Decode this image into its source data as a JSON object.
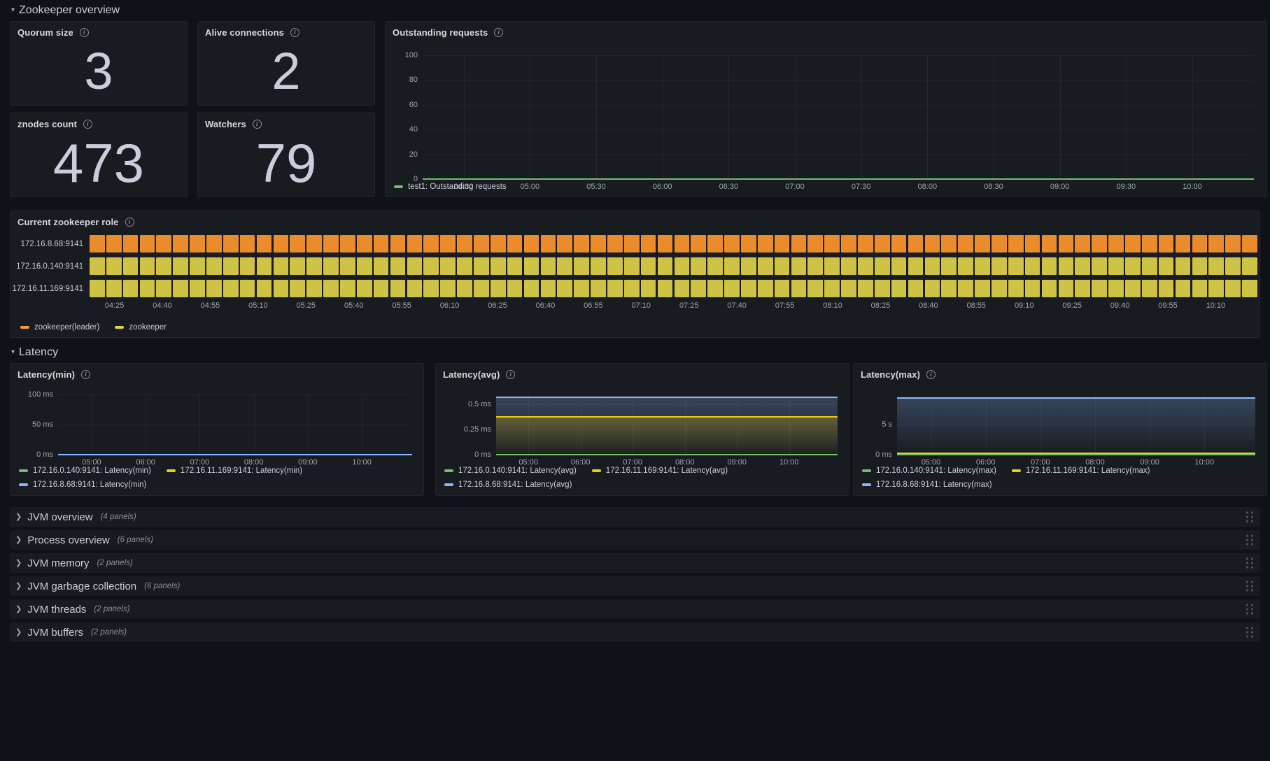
{
  "rows": {
    "zookeeper_overview": {
      "title": "Zookeeper overview",
      "chevron": "chevron-down"
    },
    "latency": {
      "title": "Latency",
      "chevron": "chevron-down"
    }
  },
  "stats": [
    {
      "title": "Quorum size",
      "value": "3",
      "info": "info-icon"
    },
    {
      "title": "Alive connections",
      "value": "2",
      "info": "info-icon"
    },
    {
      "title": "znodes count",
      "value": "473",
      "info": "info-icon"
    },
    {
      "title": "Watchers",
      "value": "79",
      "info": "info-icon"
    }
  ],
  "outstanding": {
    "title": "Outstanding requests",
    "legend": [
      {
        "label": "test1: Outstanding requests",
        "color": "#73bf69"
      }
    ]
  },
  "zk_role": {
    "title": "Current zookeeper role",
    "series_labels": [
      "172.16.8.68:9141",
      "172.16.0.140:9141",
      "172.16.11.169:9141"
    ],
    "legend": [
      {
        "label": "zookeeper(leader)",
        "color": "#ff9830"
      },
      {
        "label": "zookeeper",
        "color": "#e0d44a"
      }
    ]
  },
  "latency_panels": [
    {
      "title": "Latency(min)",
      "legend": [
        {
          "label": "172.16.0.140:9141: Latency(min)",
          "color": "#73bf69"
        },
        {
          "label": "172.16.11.169:9141: Latency(min)",
          "color": "#f2cc0c"
        },
        {
          "label": "172.16.8.68:9141: Latency(min)",
          "color": "#8ab8ff"
        }
      ]
    },
    {
      "title": "Latency(avg)",
      "legend": [
        {
          "label": "172.16.0.140:9141: Latency(avg)",
          "color": "#73bf69"
        },
        {
          "label": "172.16.11.169:9141: Latency(avg)",
          "color": "#f2cc0c"
        },
        {
          "label": "172.16.8.68:9141: Latency(avg)",
          "color": "#8ab8ff"
        }
      ]
    },
    {
      "title": "Latency(max)",
      "legend": [
        {
          "label": "172.16.0.140:9141: Latency(max)",
          "color": "#73bf69"
        },
        {
          "label": "172.16.11.169:9141: Latency(max)",
          "color": "#f2cc0c"
        },
        {
          "label": "172.16.8.68:9141: Latency(max)",
          "color": "#8ab8ff"
        }
      ]
    }
  ],
  "collapsed_rows": [
    {
      "title": "JVM overview",
      "count": "(4 panels)"
    },
    {
      "title": "Process overview",
      "count": "(6 panels)"
    },
    {
      "title": "JVM memory",
      "count": "(2 panels)"
    },
    {
      "title": "JVM garbage collection",
      "count": "(6 panels)"
    },
    {
      "title": "JVM threads",
      "count": "(2 panels)"
    },
    {
      "title": "JVM buffers",
      "count": "(2 panels)"
    }
  ],
  "chart_data": [
    {
      "id": "outstanding-requests",
      "type": "line",
      "title": "Outstanding requests",
      "xlabel": "",
      "ylabel": "",
      "ylim": [
        0,
        100
      ],
      "yticks": [
        0,
        20,
        40,
        60,
        80,
        100
      ],
      "yticklabels": [
        "0",
        "20",
        "40",
        "60",
        "80",
        "100"
      ],
      "xticklabels": [
        "04:30",
        "05:00",
        "05:30",
        "06:00",
        "06:30",
        "07:00",
        "07:30",
        "08:00",
        "08:30",
        "09:00",
        "09:30",
        "10:00"
      ],
      "grid": true,
      "legend_position": "bottom",
      "series": [
        {
          "name": "test1: Outstanding requests",
          "color": "#73bf69",
          "constant_value": 0
        }
      ]
    },
    {
      "id": "current-zookeeper-role",
      "type": "heatmap",
      "title": "Current zookeeper role",
      "rows": [
        "172.16.8.68:9141",
        "172.16.0.140:9141",
        "172.16.11.169:9141"
      ],
      "row_states": [
        "zookeeper(leader)",
        "zookeeper",
        "zookeeper"
      ],
      "state_colors": {
        "zookeeper(leader)": "#ff9830",
        "zookeeper": "#e0d44a"
      },
      "xticklabels": [
        "04:25",
        "04:40",
        "04:55",
        "05:10",
        "05:25",
        "05:40",
        "05:55",
        "06:10",
        "06:25",
        "06:40",
        "06:55",
        "07:10",
        "07:25",
        "07:40",
        "07:55",
        "08:10",
        "08:25",
        "08:40",
        "08:55",
        "09:10",
        "09:25",
        "09:40",
        "09:55",
        "10:10"
      ],
      "segments": 70,
      "grid": false,
      "legend_position": "bottom"
    },
    {
      "id": "latency-min",
      "type": "line",
      "title": "Latency(min)",
      "ylim": [
        0,
        100
      ],
      "yticks": [
        0,
        50,
        100
      ],
      "yticklabels": [
        "0 ms",
        "50 ms",
        "100 ms"
      ],
      "xticklabels": [
        "05:00",
        "06:00",
        "07:00",
        "08:00",
        "09:00",
        "10:00"
      ],
      "grid": true,
      "legend_position": "bottom",
      "series": [
        {
          "name": "172.16.0.140:9141: Latency(min)",
          "color": "#73bf69",
          "constant_value": 0
        },
        {
          "name": "172.16.11.169:9141: Latency(min)",
          "color": "#f2cc0c",
          "constant_value": 0
        },
        {
          "name": "172.16.8.68:9141: Latency(min)",
          "color": "#8ab8ff",
          "constant_value": 0
        }
      ]
    },
    {
      "id": "latency-avg",
      "type": "area",
      "title": "Latency(avg)",
      "ylim": [
        0,
        0.6
      ],
      "yticks": [
        0,
        0.25,
        0.5
      ],
      "yticklabels": [
        "0 ms",
        "0.25 ms",
        "0.5 ms"
      ],
      "xticklabels": [
        "05:00",
        "06:00",
        "07:00",
        "08:00",
        "09:00",
        "10:00"
      ],
      "grid": true,
      "legend_position": "bottom",
      "series": [
        {
          "name": "172.16.0.140:9141: Latency(avg)",
          "color": "#73bf69",
          "constant_value": 0
        },
        {
          "name": "172.16.11.169:9141: Latency(avg)",
          "color": "#f2cc0c",
          "constant_value": 0.38
        },
        {
          "name": "172.16.8.68:9141: Latency(avg)",
          "color": "#8ab8ff",
          "constant_value": 0.57
        }
      ]
    },
    {
      "id": "latency-max",
      "type": "area",
      "title": "Latency(max)",
      "ylim": [
        0,
        10
      ],
      "yticks": [
        0,
        5
      ],
      "yticklabels": [
        "0 ms",
        "5 s"
      ],
      "xticklabels": [
        "05:00",
        "06:00",
        "07:00",
        "08:00",
        "09:00",
        "10:00"
      ],
      "grid": true,
      "legend_position": "bottom",
      "series": [
        {
          "name": "172.16.0.140:9141: Latency(max)",
          "color": "#73bf69",
          "constant_value": 0
        },
        {
          "name": "172.16.11.169:9141: Latency(max)",
          "color": "#f2cc0c",
          "constant_value": 0.25
        },
        {
          "name": "172.16.8.68:9141: Latency(max)",
          "color": "#8ab8ff",
          "constant_value": 9.4
        }
      ]
    }
  ]
}
